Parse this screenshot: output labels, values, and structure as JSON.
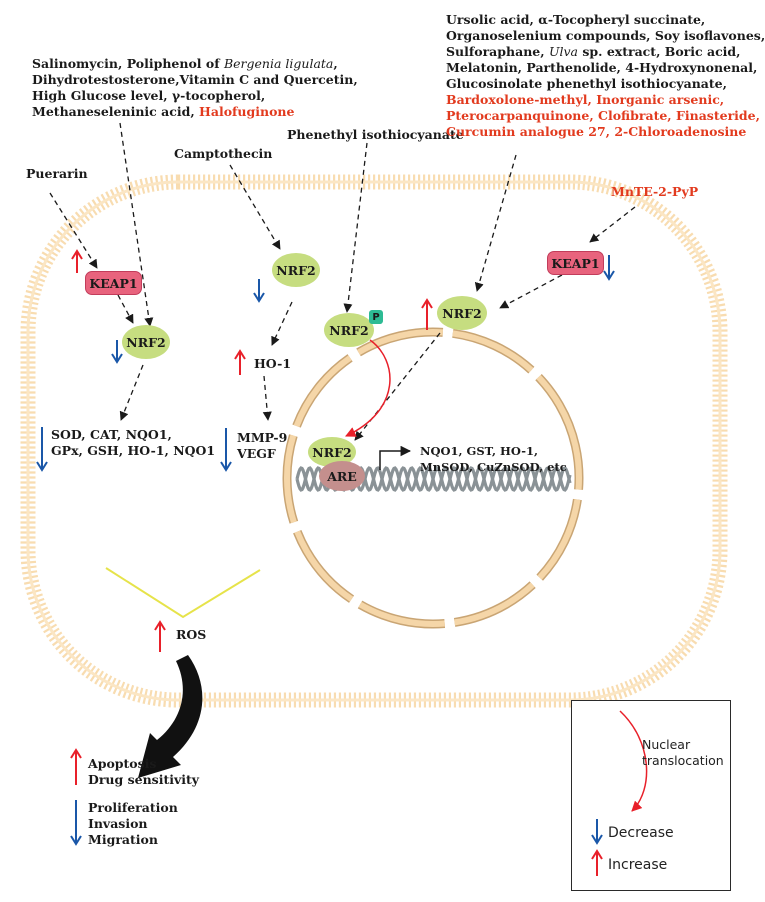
{
  "inducers": {
    "puerarin": "Puerarin",
    "salinomycin_group": {
      "line1_a": "Salinomycin, Poliphenol of ",
      "line1_b": "Bergenia ligulata",
      "line1_c": ",",
      "line2": "Dihydrotestosterone,Vitamin C and Quercetin,",
      "line3": "High Glucose level, γ-tocopherol,",
      "line4_a": "Methaneseleninic acid, ",
      "line4_red": "Halofuginone"
    },
    "camptothecin": "Camptothecin",
    "phenethyl": "Phenethyl isothiocyanate",
    "ursolic_group": {
      "line1": "Ursolic acid, α-Tocopheryl succinate,",
      "line2": "Organoselenium compounds, Soy isoflavones,",
      "line3_a": "Sulforaphane, ",
      "line3_b": "Ulva",
      "line3_c": " sp. extract, Boric acid,",
      "line4": "Melatonin, Parthenolide, 4-Hydroxynonenal,",
      "line5": "Glucosinolate phenethyl isothiocyanate,",
      "line6_red": "Bardoxolone-methyl, Inorganic arsenic,",
      "line7_red": "Pterocarpanquinone, Clofibrate, Finasteride,",
      "line8_red": "Curcumin analogue 27, 2-Chloroadenosine"
    },
    "mnte": "MnTE-2-PyP"
  },
  "nodes": {
    "keap1_left": "KEAP1",
    "keap1_right": "KEAP1",
    "nrf2_left": "NRF2",
    "nrf2_campto": "NRF2",
    "nrf2_phospho": "NRF2",
    "phospho_tag": "P",
    "nrf2_right": "NRF2",
    "nrf2_nuclear": "NRF2",
    "are": "ARE"
  },
  "outputs": {
    "antioxidant_1": "SOD, CAT, NQO1,",
    "antioxidant_2": "GPx, GSH, HO-1, NQO1",
    "ho1": "HO-1",
    "mmp9": "MMP-9",
    "vegf": "VEGF",
    "target_genes_1": "NQO1, GST, HO-1,",
    "target_genes_2": "MnSOD, CuZnSOD, etc",
    "ros": "ROS",
    "apoptosis": "Apoptosis",
    "drug_sensitivity": "Drug sensitivity",
    "proliferation": "Proliferation",
    "invasion": "Invasion",
    "migration": "Migration"
  },
  "legend": {
    "nuclear_1": "Nuclear",
    "nuclear_2": "translocation",
    "decrease": "Decrease",
    "increase": "Increase"
  },
  "colors": {
    "increase_arrow": "#e8202a",
    "decrease_arrow": "#1a57a8",
    "highlight_text": "#e23a1e",
    "nrf2_fill": "#c6dd80",
    "keap1_fill": "#e8637d",
    "nucleus_membrane": "#f5d6a8",
    "cell_membrane": "#fbe6c4",
    "dna": "#8a9296",
    "ros_v": "#e6e34a"
  },
  "icons": [
    "up-arrow-icon",
    "down-arrow-icon",
    "dashed-arrow-icon",
    "curved-red-arrow-icon",
    "dna-helix-icon",
    "curved-black-arrow-icon"
  ]
}
